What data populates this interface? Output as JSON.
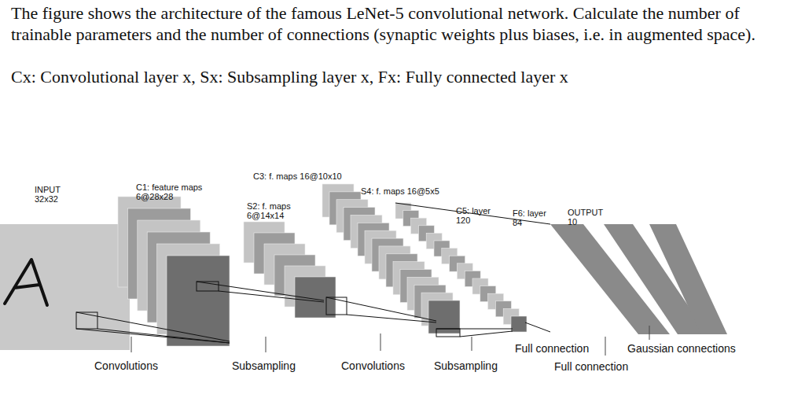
{
  "diagram": {
    "labels": [
      "The figure shows the architecture of the famous LeNet-5 convolutional network. Calculate the number of trainable parameters and the number of connections (synaptic weights plus biases, i.e. in augmented space).",
      "Cx: Convolutional layer x, Sx: Subsampling layer x, Fx: Fully connected layer x",
      "INPUT 32x32",
      "C1: feature maps 6@28x28",
      "C3: f. maps 16@10x10",
      "S4: f. maps 16@5x5",
      "S2: f. maps 6@14x14",
      "C5: layer 120",
      "F6: layer 84",
      "OUTPUT 10",
      "Convolutions",
      "Subsampling",
      "Convolutions",
      "Subsampling",
      "Full connection",
      "Gaussian connections",
      "Full connection"
    ]
  }
}
